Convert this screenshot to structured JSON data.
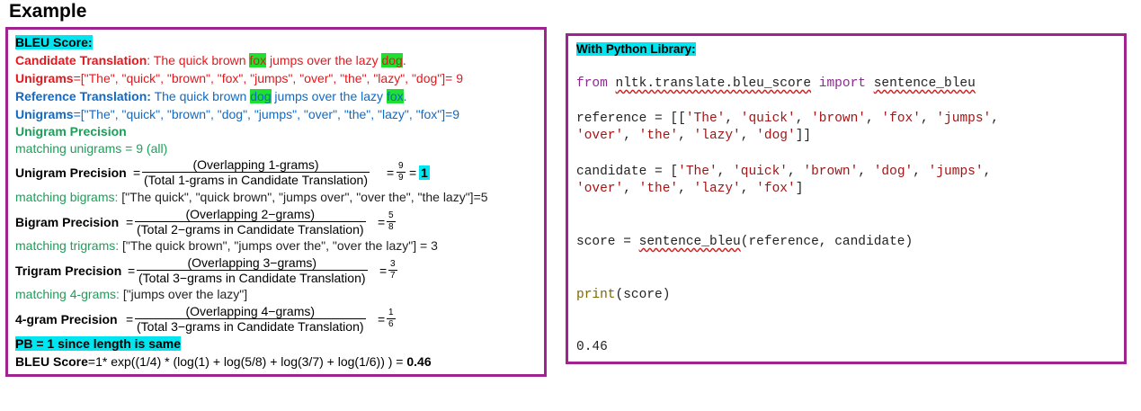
{
  "title": "Example",
  "left": {
    "bleu_heading": "BLEU Score:",
    "candidate_label": "Candidate Translation",
    "candidate_sep": ": ",
    "candidate_pre": "The quick brown ",
    "candidate_w1": "fox",
    "candidate_mid": " jumps over the lazy ",
    "candidate_w2": "dog",
    "candidate_end": ".",
    "cand_unigrams_label": "Unigrams",
    "cand_unigrams_value": "=[\"The\", \"quick\", \"brown\", \"fox\", \"jumps\", \"over\", \"the\", \"lazy\", \"dog\"]= 9",
    "reference_label": "Reference Translation:",
    "reference_pre": " The quick brown ",
    "reference_w1": "dog",
    "reference_mid": " jumps over the lazy ",
    "reference_w2": "fox",
    "reference_end": ".",
    "ref_unigrams_label": "Unigrams",
    "ref_unigrams_value": "=[\"The\", \"quick\", \"brown\", \"dog\", \"jumps\", \"over\", \"the\", \"lazy\", \"fox\"]=9",
    "unigram_precision_heading": "Unigram Precision",
    "matching_unigrams": "matching unigrams = 9 (all)",
    "unigram_row": {
      "label": "Unigram Precision",
      "numerator": "(Overlapping 1-grams)",
      "denominator": "(Total 1-grams in Candidate Translation)",
      "small_num": "9",
      "small_den": "9",
      "result": "1"
    },
    "matching_bigrams_label": "matching bigrams:",
    "matching_bigrams_value": " [\"The quick\", \"quick brown\", \"jumps over\", \"over the\", \"the lazy\"]=5",
    "bigram_row": {
      "label": "Bigram Precision",
      "numerator": "(Overlapping 2−grams)",
      "denominator": "(Total 2−grams in Candidate Translation)",
      "small_num": "5",
      "small_den": "8"
    },
    "matching_trigrams_label": "matching trigrams:",
    "matching_trigrams_value": " [\"The quick brown\", \"jumps over the\", \"over the lazy\"] = 3",
    "trigram_row": {
      "label": "Trigram Precision",
      "numerator": "(Overlapping 3−grams)",
      "denominator": "(Total 3−grams in Candidate Translation)",
      "small_num": "3",
      "small_den": "7"
    },
    "matching_4grams_label": "matching 4-grams:",
    "matching_4grams_value": " [\"jumps over the lazy\"]",
    "fourgram_row": {
      "label": "4-gram Precision",
      "numerator": "(Overlapping 4−grams)",
      "denominator": "(Total 3−grams in Candidate Translation)",
      "small_num": "1",
      "small_den": "6"
    },
    "pb_line": "PB = 1 since length is same",
    "bleu_formula_label": "BLEU Score",
    "bleu_formula": "=1* exp((1/4) * (log(1) + log(5/8) + log(3/7) + log(1/6)) ) = ",
    "bleu_result": "0.46"
  },
  "right": {
    "heading": "With Python Library:",
    "import_from": "from",
    "import_module": "nltk.translate.bleu_score",
    "import_kw": "import",
    "import_name": "sentence_bleu",
    "reference_tokens": [
      "The",
      "quick",
      "brown",
      "fox",
      "jumps",
      "over",
      "the",
      "lazy",
      "dog"
    ],
    "candidate_tokens": [
      "The",
      "quick",
      "brown",
      "dog",
      "jumps",
      "over",
      "the",
      "lazy",
      "fox"
    ],
    "reference_var": "reference",
    "candidate_var": "candidate",
    "score_var": "score",
    "score_fn": "sentence_bleu",
    "print_fn": "print",
    "output": "0.46"
  },
  "colors": {
    "border": "#a0248f",
    "highlight_cyan": "#00e5f0",
    "highlight_green": "#1de031",
    "red": "#e8161b",
    "blue": "#0f6ac6",
    "green": "#1d9e59"
  }
}
